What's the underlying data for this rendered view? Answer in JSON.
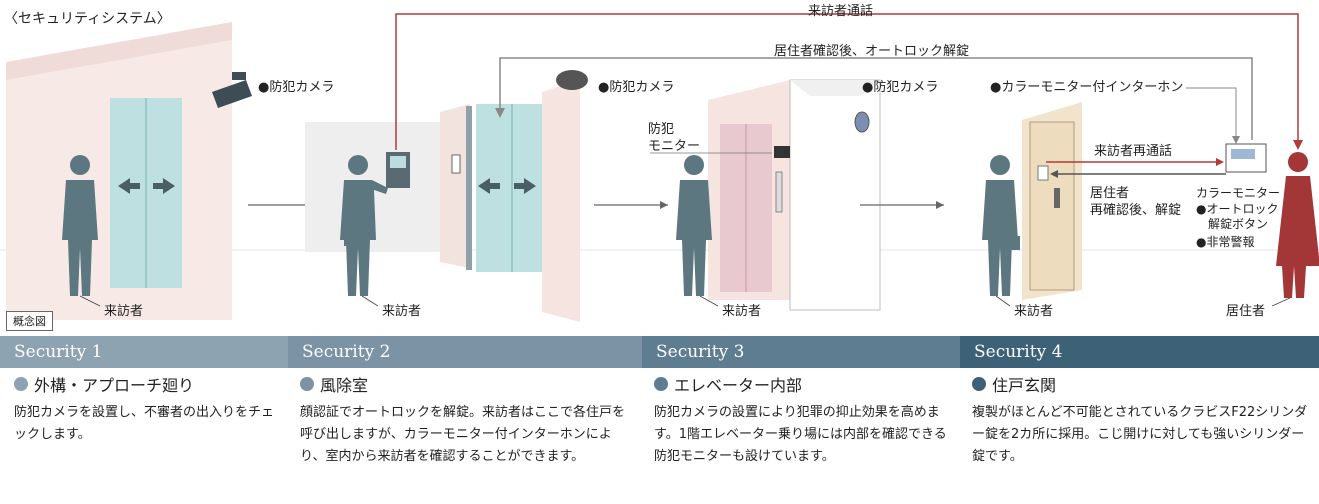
{
  "title": "〈セキュリティシステム〉",
  "concept_label": "概念図",
  "labels": {
    "visitor_call": "来訪者通話",
    "resident_unlock": "居住者確認後、オートロック解錠",
    "camera": "●防犯カメラ",
    "monitor_line1": "防犯",
    "monitor_line2": "モニター",
    "intercom": "●カラーモニター付インターホン",
    "recall": "来訪者再通話",
    "reconfirm_line1": "居住者",
    "reconfirm_line2": "再確認後、解錠",
    "color_monitor": "カラーモニター",
    "autolock_btn_line1": "●オートロック",
    "autolock_btn_line2": "解錠ボタン",
    "emergency": "●非常警報",
    "visitor": "来訪者",
    "resident": "居住者"
  },
  "sections": [
    {
      "band": "Security 1",
      "heading": "外構・アプローチ廻り",
      "text": "防犯カメラを設置し、不審者の出入りをチェックします。",
      "band_color": "#8ea3b2"
    },
    {
      "band": "Security 2",
      "heading": "風除室",
      "text": "顔認証でオートロックを解錠。来訪者はここで各住戸を呼び出しますが、カラーモニター付インターホンにより、室内から来訪者を確認することができます。",
      "band_color": "#7b93a4"
    },
    {
      "band": "Security 3",
      "heading": "エレベーター内部",
      "text": "防犯カメラの設置により犯罪の抑止効果を高めます。1階エレベーター乗り場には内部を確認できる防犯モニターも設けています。",
      "band_color": "#5f7d91"
    },
    {
      "band": "Security 4",
      "heading": "住戸玄関",
      "text": "複製がほとんど不可能とされているクラビスF22シリンダー錠を2カ所に採用。こじ開けに対しても強いシリンダー錠です。",
      "band_color": "#3d6278"
    }
  ],
  "colors": {
    "figure": "#5d7780",
    "resident_figure": "#a33636",
    "route_red": "#b23a3a",
    "route_gray": "#888888"
  }
}
